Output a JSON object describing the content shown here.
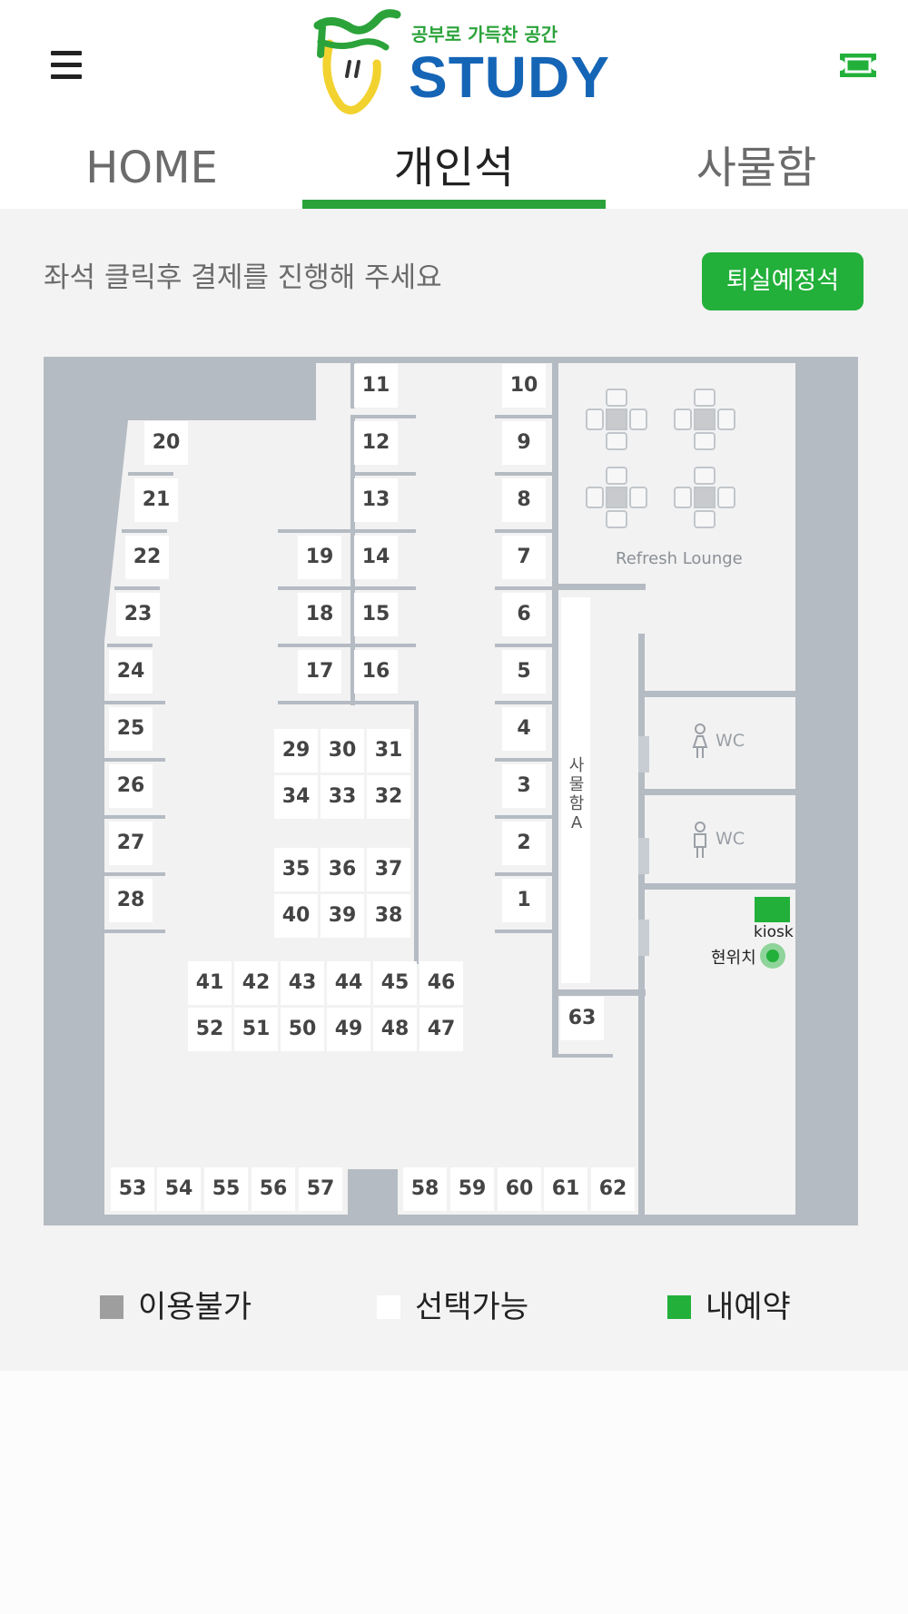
{
  "header": {
    "menu_icon": "hamburger-menu-icon",
    "logo": {
      "tagline": "공부로 가득찬 공간",
      "name": "STUDY"
    },
    "ticket_icon": "ticket-icon",
    "colors": {
      "brand_green": "#2ba33a",
      "brand_blue": "#1565b6",
      "brand_yellow": "#f2d22e"
    }
  },
  "tabs": [
    {
      "label": "HOME",
      "active": false
    },
    {
      "label": "개인석",
      "active": true
    },
    {
      "label": "사물함",
      "active": false
    }
  ],
  "instruction": "좌석 클릭후 결제를 진행해 주세요",
  "checkout_button": "퇴실예정석",
  "map": {
    "seats": [
      "1",
      "2",
      "3",
      "4",
      "5",
      "6",
      "7",
      "8",
      "9",
      "10",
      "11",
      "12",
      "13",
      "14",
      "15",
      "16",
      "17",
      "18",
      "19",
      "20",
      "21",
      "22",
      "23",
      "24",
      "25",
      "26",
      "27",
      "28",
      "29",
      "30",
      "31",
      "32",
      "33",
      "34",
      "35",
      "36",
      "37",
      "38",
      "39",
      "40",
      "41",
      "42",
      "43",
      "44",
      "45",
      "46",
      "47",
      "48",
      "49",
      "50",
      "51",
      "52",
      "53",
      "54",
      "55",
      "56",
      "57",
      "58",
      "59",
      "60",
      "61",
      "62",
      "63"
    ],
    "lounge_label": "Refresh Lounge",
    "locker_label": "사물함 A",
    "wc_label": "WC",
    "kiosk_label": "kiosk",
    "current_location_label": "현위치",
    "colors": {
      "wall": "#b5bbc3",
      "floor": "#f2f2f2",
      "seat": "#ffffff",
      "kiosk": "#22b03a"
    }
  },
  "legend": [
    {
      "label": "이용불가",
      "color": "#9e9e9e"
    },
    {
      "label": "선택가능",
      "color": "#ffffff"
    },
    {
      "label": "내예약",
      "color": "#22b03a"
    }
  ]
}
